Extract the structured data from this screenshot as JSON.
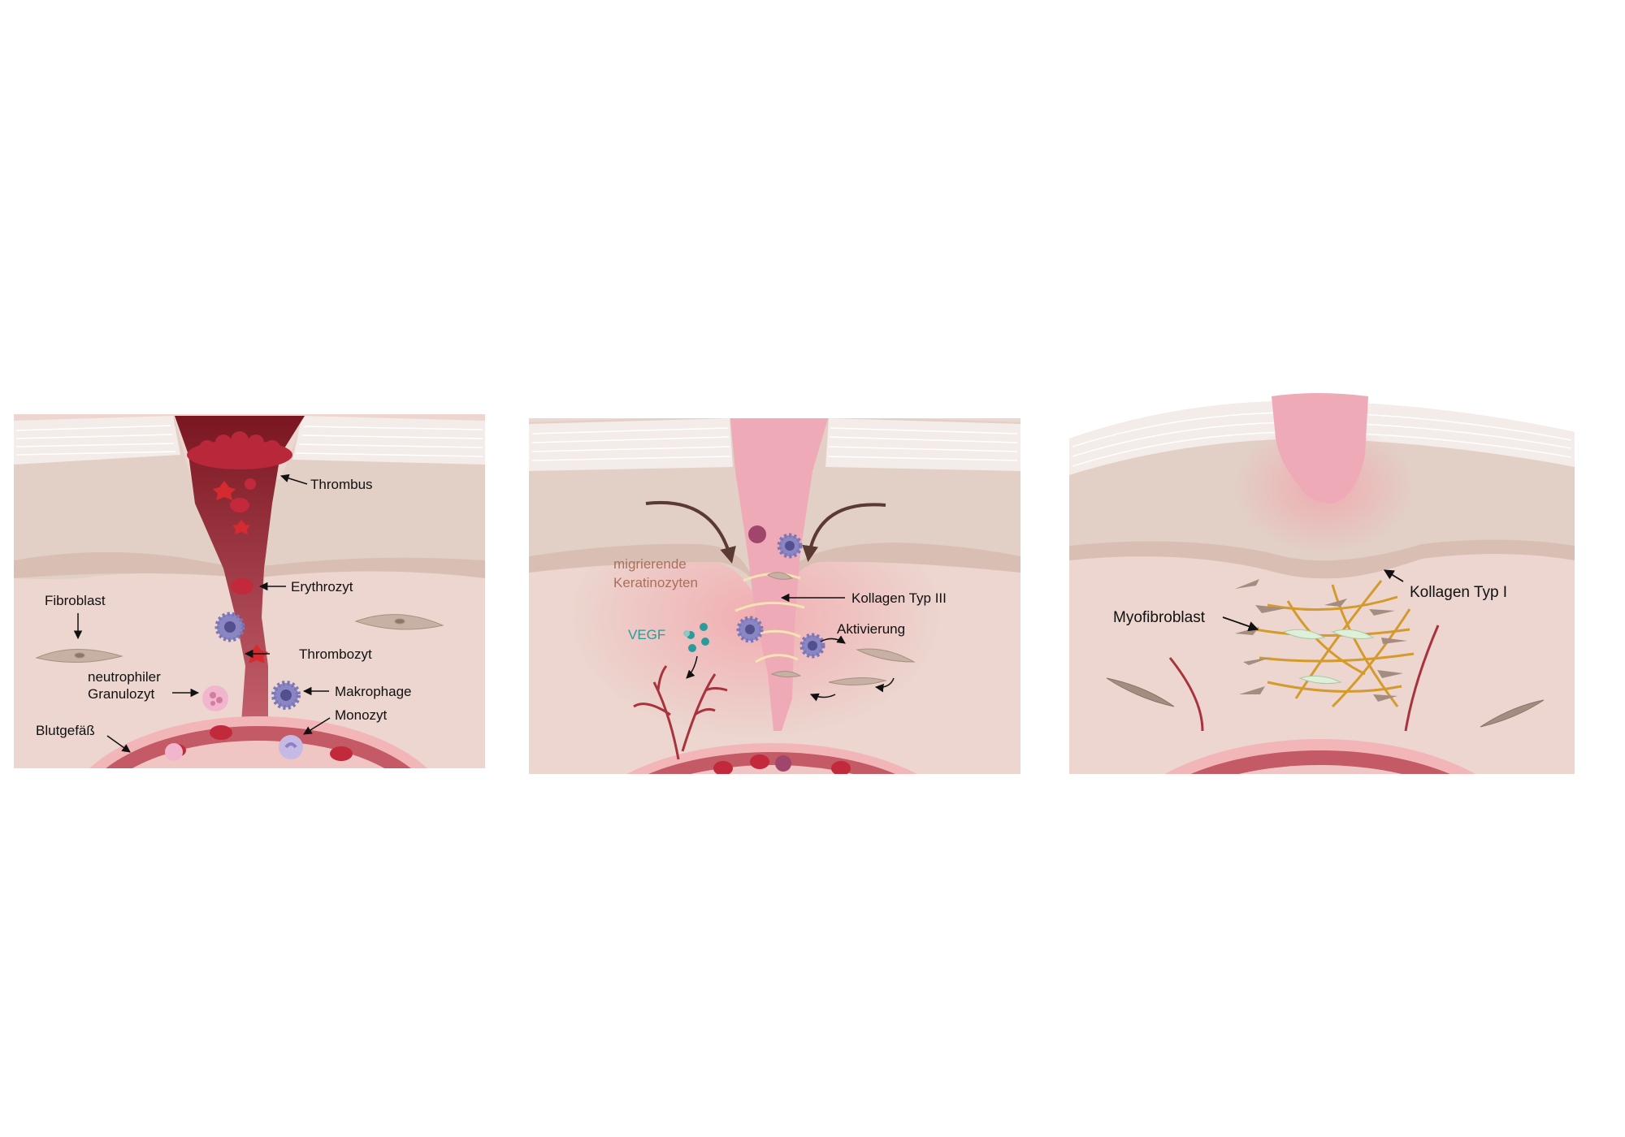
{
  "panels": [
    {
      "name": "phase-hemostasis-inflammation",
      "labels": {
        "thrombus": "Thrombus",
        "erythrozyt": "Erythrozyt",
        "fibroblast": "Fibroblast",
        "thrombozyt": "Thrombozyt",
        "neutrophil_1": "neutrophiler",
        "neutrophil_2": "Granulozyt",
        "makrophage": "Makrophage",
        "monozyt": "Monozyt",
        "blutgefaess": "Blutgefäß"
      }
    },
    {
      "name": "phase-proliferation",
      "labels": {
        "keratinozyten_1": "migrierende",
        "keratinozyten_2": "Keratinozyten",
        "kollagen3": "Kollagen Typ III",
        "vegf": "VEGF",
        "aktivierung": "Aktivierung"
      }
    },
    {
      "name": "phase-remodeling",
      "labels": {
        "kollagen1": "Kollagen Typ I",
        "myofibroblast": "Myofibroblast"
      }
    }
  ],
  "colors": {
    "dermis": "#ecd6cf",
    "epidermis": "#e2cfc6",
    "stratum_corneum": "#f1e8e3",
    "blood": "#8e1f2c",
    "wound_pink": "#eeaab6",
    "collagen_iii": "#f4e3b4",
    "collagen_i": "#d49a2c",
    "macrophage": "#8a86c4",
    "fibroblast": "#c7b0a4"
  }
}
